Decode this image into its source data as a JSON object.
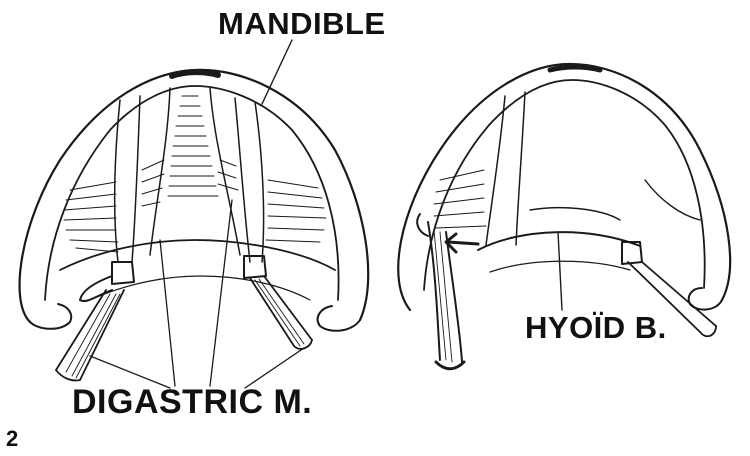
{
  "labels": {
    "mandible": "MANDIBLE",
    "hyoid_bone": "HYOÏD B.",
    "digastric_muscle": "DIGASTRIC M.",
    "figure_number": "2"
  },
  "colors": {
    "ink": "#1a1a1a",
    "background": "#ffffff"
  }
}
